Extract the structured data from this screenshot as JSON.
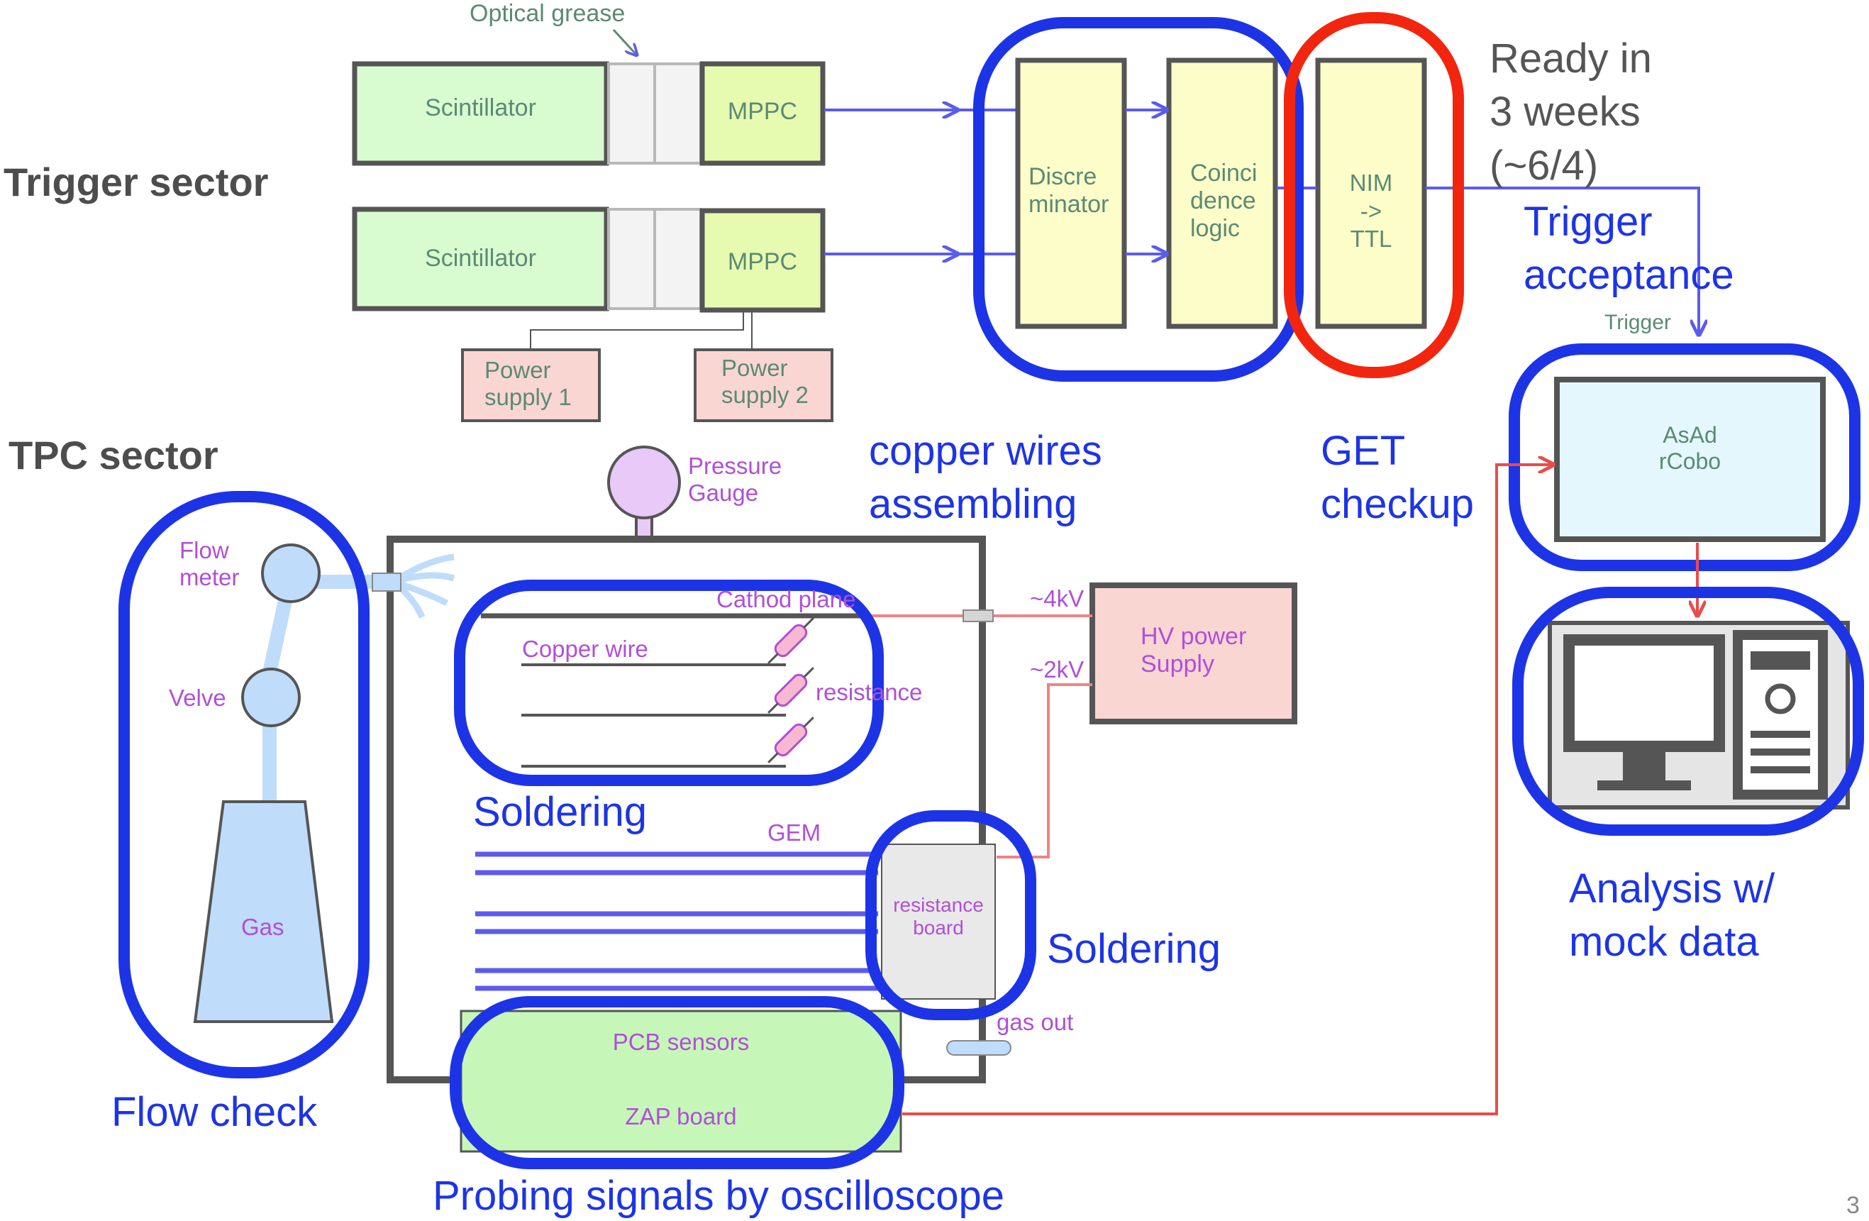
{
  "sectors": {
    "trigger": "Trigger sector",
    "tpc": "TPC sector"
  },
  "trigger_chain": {
    "optical_grease": "Optical grease",
    "scintillator_1": "Scintillator",
    "scintillator_2": "Scintillator",
    "mppc_1": "MPPC",
    "mppc_2": "MPPC",
    "power_supply_1": "Power\nsupply 1",
    "power_supply_2": "Power\nsupply 2",
    "discriminator": "Discre\nminator",
    "coincidence": "Coinci\ndence\nlogic",
    "nim_ttl": "NIM\n->\nTTL",
    "trigger": "Trigger"
  },
  "daq": {
    "asad": "AsAd\nrCobo"
  },
  "tpc": {
    "pressure_gauge": "Pressure\nGauge",
    "flow_meter": "Flow\nmeter",
    "velve": "Velve",
    "gas": "Gas",
    "cathod_plane": "Cathod plane",
    "copper_wire": "Copper wire",
    "resistance": "resistance",
    "gem": "GEM",
    "resistance_board": "resistance\nboard",
    "pcb_sensors": "PCB sensors",
    "zap_board": "ZAP board",
    "gas_out": "gas out",
    "hv_supply": "HV power\nSupply",
    "hv_4kv": "~4kV",
    "hv_2kv": "~2kV"
  },
  "annotations": {
    "ready": "Ready in\n3 weeks\n(~6/4)",
    "trigger_acceptance": "Trigger\nacceptance",
    "copper_wires": "copper wires\nassembling",
    "get_checkup": "GET\ncheckup",
    "soldering_1": "Soldering",
    "soldering_2": "Soldering",
    "analysis": "Analysis w/\nmock data",
    "flow_check": "Flow check",
    "probing": "Probing signals by oscilloscope"
  },
  "page_number": "3",
  "colors": {
    "scintillator_fill": "#d9fbd0",
    "mppc_fill": "#e7fbb0",
    "logic_fill": "#fcfdc8",
    "power_fill": "#fad6d3",
    "asad_fill": "#e3f7fd",
    "pcb_fill": "#c6f7b9",
    "gas_fill": "#bfdcfb",
    "annotation_blue": "#1d34e6",
    "annotation_red": "#f2260f",
    "hv_line": "#ef8484",
    "signal_line": "#5b5bf0"
  }
}
